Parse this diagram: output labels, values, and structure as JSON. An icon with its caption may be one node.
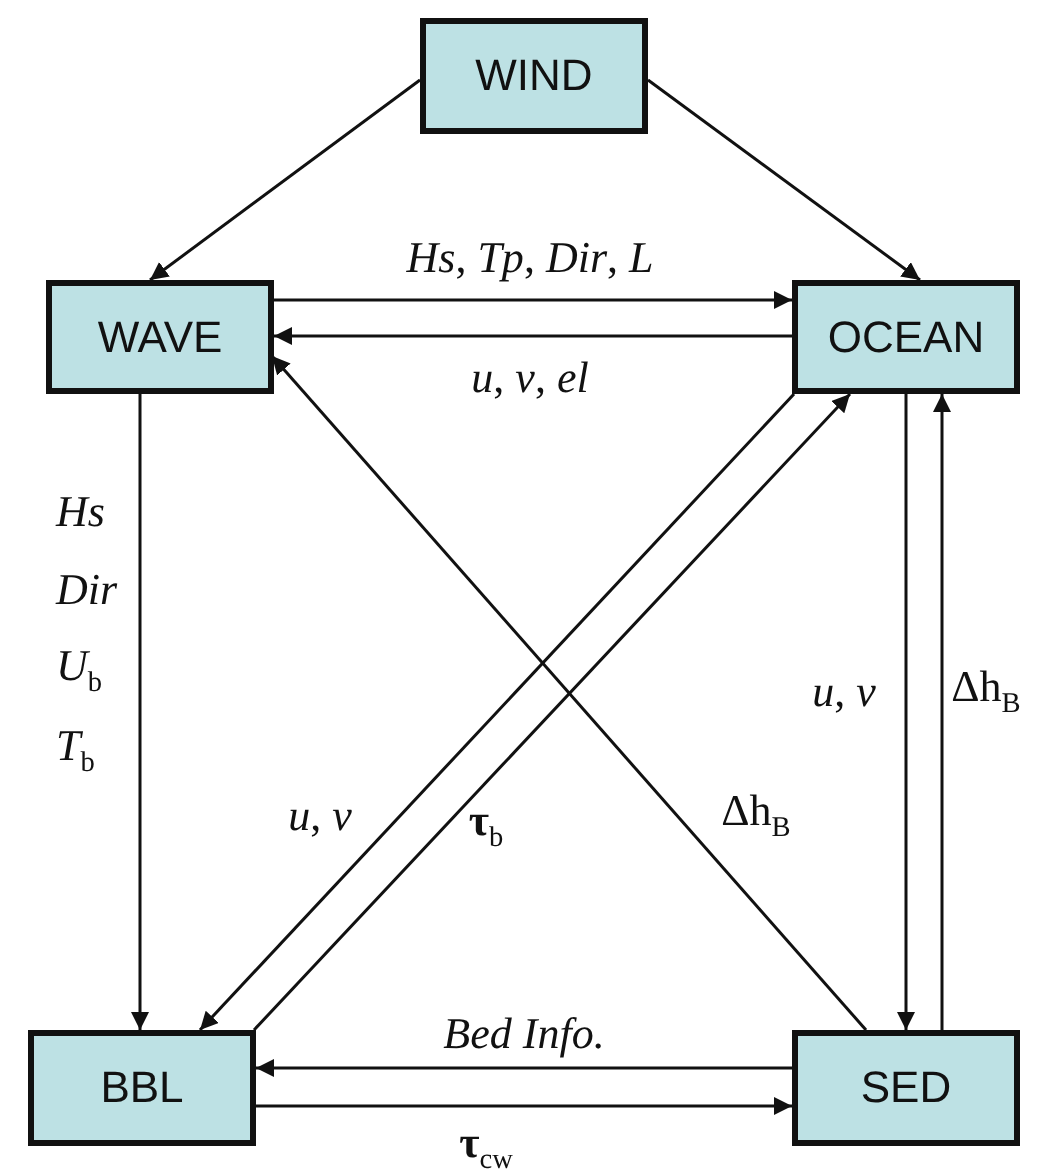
{
  "diagram": {
    "nodes": [
      {
        "text": [
          "WIND"
        ]
      },
      {
        "text": [
          "WAVE"
        ]
      },
      {
        "text": [
          "OCEAN"
        ]
      },
      {
        "text": [
          "BBL"
        ]
      },
      {
        "text": [
          "SED"
        ]
      }
    ],
    "edges": [
      {
        "from": 0,
        "to": 1,
        "arrow": "to"
      },
      {
        "from": 0,
        "to": 2,
        "arrow": "to"
      },
      {
        "from": 1,
        "to": 2,
        "arrow": "to",
        "label": "*Hs*, *Tp*, *Dir*, *L*"
      },
      {
        "from": 2,
        "to": 1,
        "arrow": "to",
        "label": "*u*, *v*, *el*"
      },
      {
        "from": 1,
        "to": 3,
        "arrow": "to",
        "label": "*Hs* *Dir* *U*$_{b}$ *T*$_{b}$"
      },
      {
        "from": 2,
        "to": 3,
        "arrow": "to",
        "label": "*u*, *v*"
      },
      {
        "from": 3,
        "to": 2,
        "arrow": "to",
        "label": "**τ**$_{b}$"
      },
      {
        "from": 4,
        "to": 1,
        "arrow": "to",
        "label": "Δh$_{B}$"
      },
      {
        "from": 2,
        "to": 4,
        "arrow": "to",
        "label": "*u*, *v*"
      },
      {
        "from": 4,
        "to": 2,
        "arrow": "to",
        "label": "Δh$_{B}$"
      },
      {
        "from": 4,
        "to": 3,
        "arrow": "to",
        "label": "*Bed Info.*"
      },
      {
        "from": 3,
        "to": 4,
        "arrow": "to",
        "label": "**τ**$_{cw}$"
      }
    ]
  }
}
